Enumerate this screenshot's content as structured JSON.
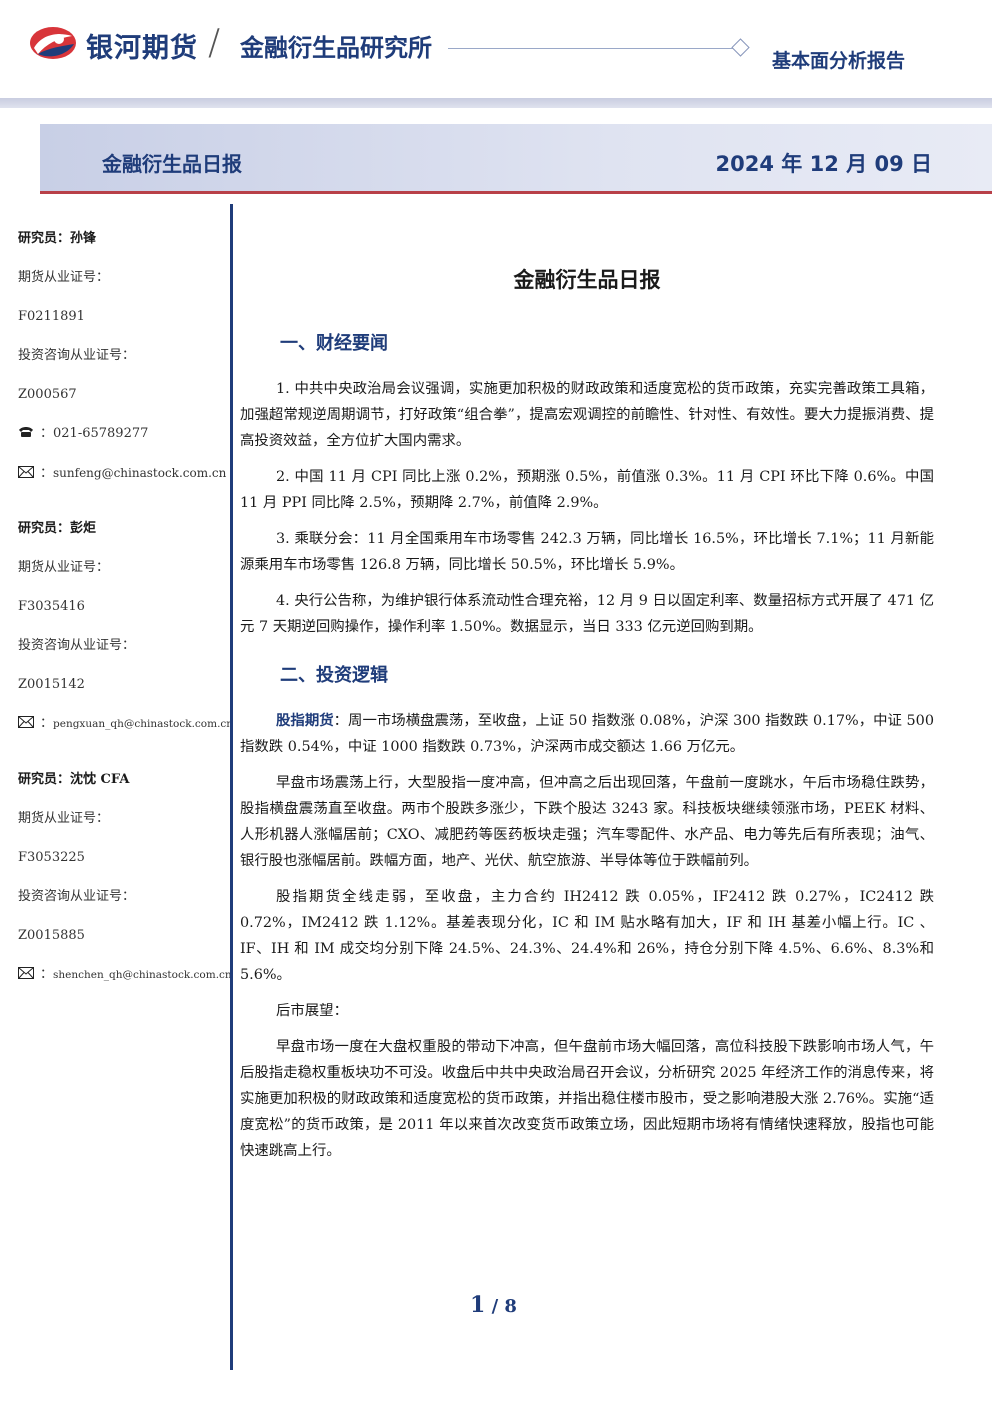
{
  "header": {
    "brand": "银河期货",
    "institute": "金融衍生品研究所",
    "report_type": "基本面分析报告",
    "band_title": "金融衍生品日报",
    "date": "2024 年 12 月 09 日"
  },
  "analysts": [
    {
      "name_label": "研究员：孙锋",
      "futures_label": "期货从业证号：",
      "futures_id": "F0211891",
      "advisor_label": "投资咨询从业证号：",
      "advisor_id": "Z000567",
      "phone": "021-65789277",
      "email": "sunfeng@chinastock.com.cn"
    },
    {
      "name_label": "研究员：彭炬",
      "futures_label": "期货从业证号：",
      "futures_id": "F3035416",
      "advisor_label": "投资咨询从业证号：",
      "advisor_id": "Z0015142",
      "email": "pengxuan_qh@chinastock.com.cn"
    },
    {
      "name_label": "研究员：沈忱  CFA",
      "futures_label": "期货从业证号：",
      "futures_id": "F3053225",
      "advisor_label": "投资咨询从业证号：",
      "advisor_id": "Z0015885",
      "email": "shenchen_qh@chinastock.com.cn"
    }
  ],
  "main": {
    "doc_title": "金融衍生品日报",
    "section1_title": "一、财经要闻",
    "news": [
      "1. 中共中央政治局会议强调，实施更加积极的财政政策和适度宽松的货币政策，充实完善政策工具箱，加强超常规逆周期调节，打好政策“组合拳”，提高宏观调控的前瞻性、针对性、有效性。要大力提振消费、提高投资效益，全方位扩大国内需求。",
      "2. 中国 11 月 CPI 同比上涨 0.2%，预期涨 0.5%，前值涨 0.3%。11 月 CPI 环比下降 0.6%。中国 11 月 PPI 同比降 2.5%，预期降 2.7%，前值降 2.9%。",
      "3. 乘联分会：11 月全国乘用车市场零售 242.3 万辆，同比增长 16.5%，环比增长 7.1%；11 月新能源乘用车市场零售 126.8 万辆，同比增长 50.5%，环比增长 5.9%。",
      "4. 央行公告称，为维护银行体系流动性合理充裕，12 月 9 日以固定利率、数量招标方式开展了 471 亿元 7 天期逆回购操作，操作利率 1.50%。数据显示，当日 333 亿元逆回购到期。"
    ],
    "section2_title": "二、投资逻辑",
    "logic_label": "股指期货",
    "logic_first": "：周一市场横盘震荡，至收盘，上证 50 指数涨 0.08%，沪深 300 指数跌 0.17%，中证 500 指数跌 0.54%，中证 1000 指数跌 0.73%，沪深两市成交额达 1.66 万亿元。",
    "logic_paras": [
      "早盘市场震荡上行，大型股指一度冲高，但冲高之后出现回落，午盘前一度跳水，午后市场稳住跌势，股指横盘震荡直至收盘。两市个股跌多涨少，下跌个股达 3243 家。科技板块继续领涨市场，PEEK 材料、人形机器人涨幅居前；CXO、减肥药等医药板块走强；汽车零配件、水产品、电力等先后有所表现；油气、银行股也涨幅居前。跌幅方面，地产、光伏、航空旅游、半导体等位于跌幅前列。",
      "股指期货全线走弱，至收盘，主力合约 IH2412 跌 0.05%，IF2412 跌 0.27%，IC2412 跌 0.72%，IM2412 跌 1.12%。基差表现分化，IC 和 IM 贴水略有加大，IF 和 IH 基差小幅上行。IC 、IF、IH 和 IM 成交均分别下降 24.5%、24.3%、24.4%和 26%，持仓分别下降 4.5%、6.6%、8.3%和 5.6%。"
    ],
    "outlook_label": "后市展望：",
    "outlook_text": "早盘市场一度在大盘权重股的带动下冲高，但午盘前市场大幅回落，高位科技股下跌影响市场人气，午后股指走稳权重板块功不可没。收盘后中共中央政治局召开会议，分析研究 2025 年经济工作的消息传来，将实施更加积极的财政政策和适度宽松的货币政策，并指出稳住楼市股市，受之影响港股大涨 2.76%。实施“适度宽松”的货币政策，是 2011 年以来首次改变货币政策立场，因此短期市场将有情绪快速释放，股指也可能快速跳高上行。"
  },
  "footer": {
    "page": "1",
    "sep": " / ",
    "total": "8"
  },
  "colors": {
    "brand_blue": "#1f3c7a",
    "accent_red": "#b84048"
  }
}
